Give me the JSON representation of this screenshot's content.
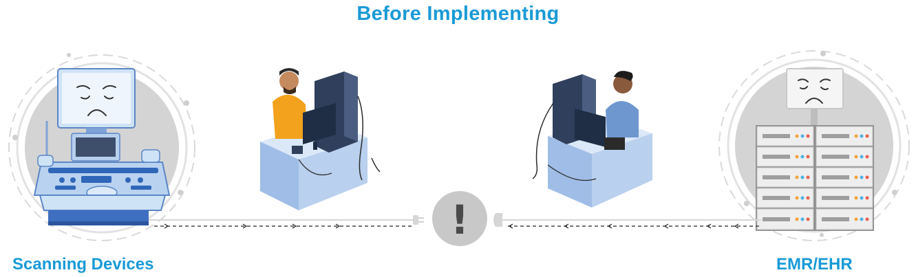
{
  "header": {
    "title": "Before Implementing"
  },
  "labels": {
    "scanning": "Scanning Devices",
    "emr": "EMR/EHR"
  },
  "center": {
    "symbol": "!"
  },
  "icons": [
    "ultrasound-machine-icon",
    "sad-face-icon",
    "male-operator-workstation-icon",
    "female-operator-workstation-icon",
    "server-rack-icon",
    "plug-icon",
    "alert-icon"
  ],
  "colors": {
    "accent": "#1a9ad6",
    "circle_grey": "#d3d3d3",
    "desk_blue": "#a9c4e8",
    "alert_grey": "#c8c8c8",
    "arrow_black": "#222222"
  }
}
